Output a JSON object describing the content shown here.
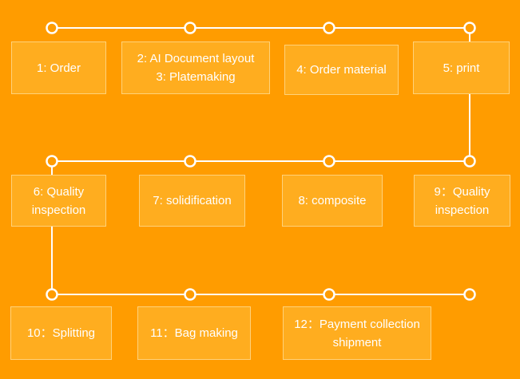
{
  "colors": {
    "background": "#FF9C00",
    "box_fill": "#FFAD1F",
    "box_border": "#FFD27A",
    "connector": "#FFFFFF",
    "text": "#FFFFFF"
  },
  "steps": [
    {
      "lines": [
        "1: Order"
      ]
    },
    {
      "lines": [
        "2: AI Document layout",
        "3: Platemaking"
      ]
    },
    {
      "lines": [
        "4: Order material"
      ]
    },
    {
      "lines": [
        "5: print"
      ]
    },
    {
      "lines": [
        "6: Quality",
        "inspection"
      ]
    },
    {
      "lines": [
        "7: solidification"
      ]
    },
    {
      "lines": [
        "8: composite"
      ]
    },
    {
      "lines": [
        "9：Quality",
        "inspection"
      ]
    },
    {
      "lines": [
        "10：Splitting"
      ]
    },
    {
      "lines": [
        "11：Bag making"
      ]
    },
    {
      "lines": [
        "12：Payment collection",
        "shipment"
      ]
    }
  ]
}
